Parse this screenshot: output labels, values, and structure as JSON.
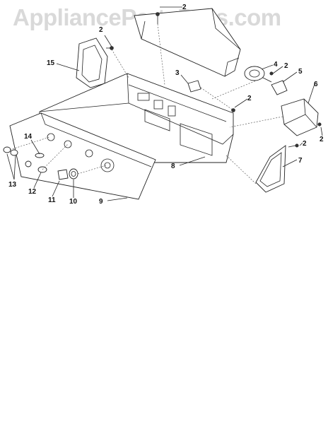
{
  "watermark": "AppliancePartsPros.com",
  "callouts": {
    "c2_top": "2",
    "c2_left": "2",
    "c15": "15",
    "c3": "3",
    "c4": "4",
    "c2_mid": "2",
    "c5": "5",
    "c6": "6",
    "c2_center": "2",
    "c2_right": "2",
    "c2_lowright": "2",
    "c7": "7",
    "c8": "8",
    "c14": "14",
    "c13": "13",
    "c12": "12",
    "c11": "11",
    "c10": "10",
    "c9": "9"
  },
  "colors": {
    "line": "#222222",
    "watermark": "#d9d9d9",
    "background": "#ffffff"
  }
}
